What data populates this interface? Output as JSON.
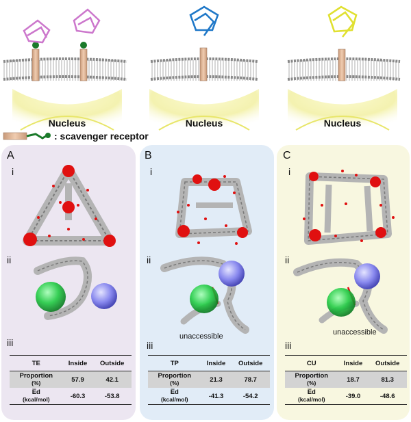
{
  "membrane_labels": [
    "Nucleus",
    "Nucleus",
    "Nucleus"
  ],
  "legend": {
    "text": ": scavenger receptor"
  },
  "panels": [
    {
      "letter": "A",
      "row_i": "i",
      "row_ii": "ii",
      "row_iii": "iii",
      "label_unacc": "",
      "table": {
        "name": "TE",
        "inside_label": "Inside",
        "outside_label": "Outside",
        "prop_label": "Proportion",
        "prop_unit": "(%)",
        "prop_in": "57.9",
        "prop_out": "42.1",
        "ed_label": "E̅d",
        "ed_unit": "(kcal/mol)",
        "ed_in": "-60.3",
        "ed_out": "-53.8"
      }
    },
    {
      "letter": "B",
      "row_i": "i",
      "row_ii": "ii",
      "row_iii": "iii",
      "label_unacc": "unaccessible",
      "table": {
        "name": "TP",
        "inside_label": "Inside",
        "outside_label": "Outside",
        "prop_label": "Proportion",
        "prop_unit": "(%)",
        "prop_in": "21.3",
        "prop_out": "78.7",
        "ed_label": "E̅d",
        "ed_unit": "(kcal/mol)",
        "ed_in": "-41.3",
        "ed_out": "-54.2"
      }
    },
    {
      "letter": "C",
      "row_i": "i",
      "row_ii": "ii",
      "row_iii": "iii",
      "label_unacc": "unaccessible",
      "table": {
        "name": "CU",
        "inside_label": "Inside",
        "outside_label": "Outside",
        "prop_label": "Proportion",
        "prop_unit": "(%)",
        "prop_in": "18.7",
        "prop_out": "81.3",
        "ed_label": "E̅d",
        "ed_unit": "(kcal/mol)",
        "ed_in": "-39.0",
        "ed_out": "-48.6"
      }
    }
  ],
  "colors": {
    "panel_a_bg": "#ece6f1",
    "panel_b_bg": "#e1ecf7",
    "panel_c_bg": "#f8f7e0",
    "te_structure": "#cc77cc",
    "tp_structure": "#1f78c8",
    "cu_structure": "#e0e030",
    "receptor_stalk": "#e0b89a",
    "receptor_head": "#1a7a2a",
    "hotspot": "#e01010",
    "green_sphere": "#22cc44",
    "blue_sphere": "#8888ee",
    "nucleus_glow": "#f4f2b0"
  }
}
